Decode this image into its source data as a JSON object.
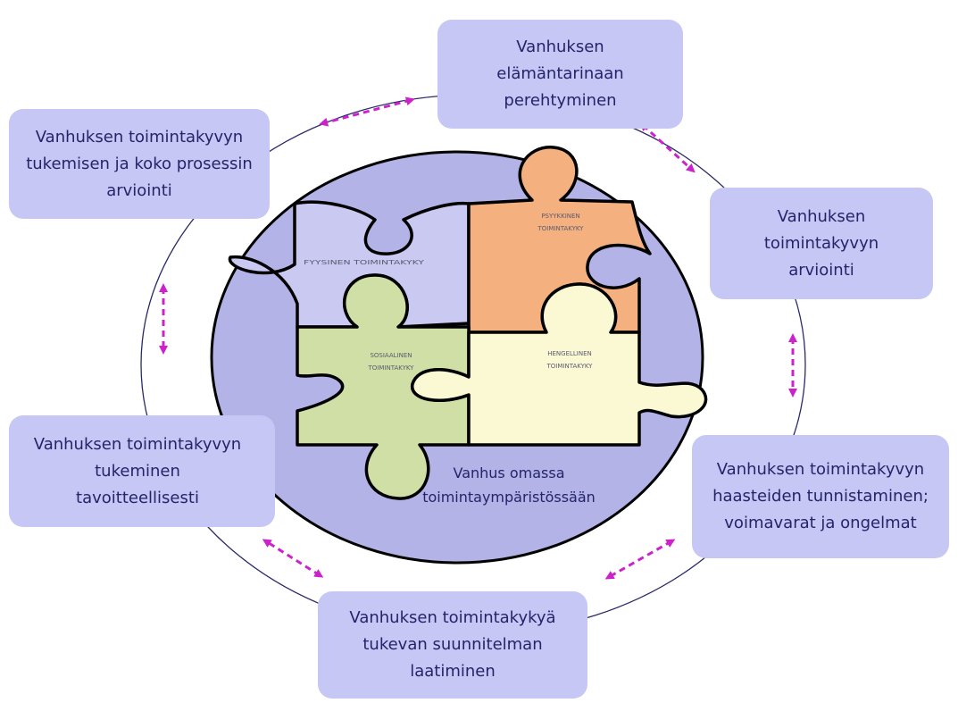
{
  "boxes": {
    "b1": "Vanhuksen\nelämäntarinaan\nperehtyminen",
    "b2": "Vanhuksen toimintakyvyn\ntukemisen ja koko prosessin\narviointi",
    "b3": "Vanhuksen\ntoimintakyvyn\narviointi",
    "b4": "Vanhuksen toimintakyvyn\ntukeminen\ntavoitteellisesti",
    "b5": "Vanhuksen toimintakyvyn\nhaasteiden tunnistaminen;\nvoimavarat ja ongelmat",
    "b6": "Vanhuksen toimintakykyä\ntukevan suunnitelman\nlaatiminen"
  },
  "puzzle": {
    "fyysinen": "FYYSINEN TOIMINTAKYKY",
    "psyykkinen_1": "PSYYKKINEN",
    "psyykkinen_2": "TOIMINTAKYKY",
    "sosiaalinen_1": "SOSIAALINEN",
    "sosiaalinen_2": "TOIMINTAKYKY",
    "hengellinen_1": "HENGELLINEN",
    "hengellinen_2": "TOIMINTAKYKY"
  },
  "center": {
    "line1": "Vanhus omassa",
    "line2": "toimintaympäristössään"
  },
  "colors": {
    "box_fill": "#c7c7f5",
    "text": "#24246a",
    "circle_fill": "#b3b3e8",
    "fyysinen_fill": "#c9c9f2",
    "psyykkinen_fill": "#f4b07e",
    "sosiaalinen_fill": "#cfdfa6",
    "hengellinen_fill": "#fbf9d4",
    "arrow": "#cc22cc"
  }
}
